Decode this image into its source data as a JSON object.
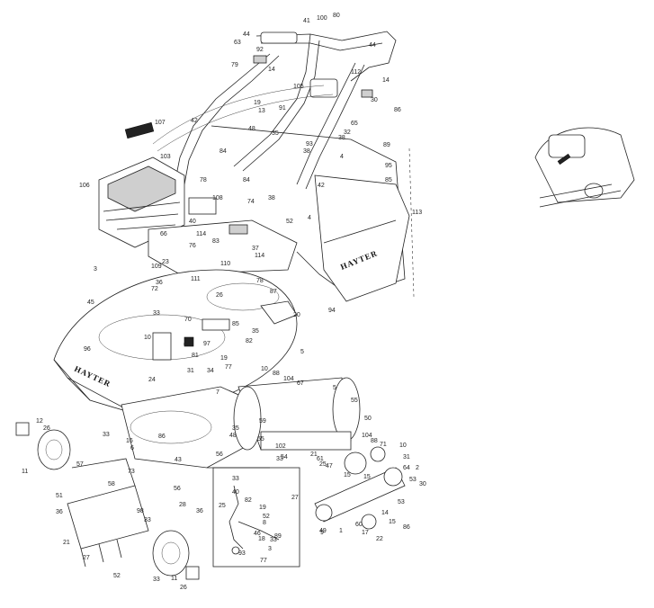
{
  "brand_labels": {
    "deck": "HAYTER",
    "grass_bag": "HAYTER"
  },
  "part_callouts": [
    "41",
    "100",
    "80",
    "44",
    "63",
    "92",
    "44",
    "79",
    "14",
    "14",
    "112",
    "105",
    "19",
    "13",
    "91",
    "30",
    "86",
    "107",
    "42",
    "103",
    "48",
    "35",
    "32",
    "38",
    "65",
    "93",
    "89",
    "84",
    "38",
    "4",
    "95",
    "85",
    "106",
    "78",
    "84",
    "42",
    "108",
    "74",
    "38",
    "4",
    "113",
    "40",
    "52",
    "114",
    "83",
    "76",
    "37",
    "66",
    "114",
    "3",
    "23",
    "110",
    "109",
    "111",
    "78",
    "36",
    "26",
    "87",
    "72",
    "94",
    "20",
    "45",
    "33",
    "70",
    "85",
    "10",
    "69",
    "97",
    "82",
    "35",
    "5",
    "96",
    "81",
    "19",
    "31",
    "34",
    "77",
    "10",
    "88",
    "104",
    "67",
    "24",
    "7",
    "5",
    "55",
    "12",
    "26",
    "33",
    "16",
    "6",
    "86",
    "35",
    "48",
    "59",
    "55",
    "50",
    "104",
    "88",
    "71",
    "10",
    "11",
    "57",
    "73",
    "43",
    "56",
    "33",
    "102",
    "25",
    "21",
    "47",
    "31",
    "61",
    "15",
    "64",
    "2",
    "51",
    "58",
    "56",
    "28",
    "33",
    "40",
    "82",
    "19",
    "54",
    "15",
    "53",
    "30",
    "36",
    "98",
    "36",
    "25",
    "27",
    "53",
    "86",
    "52",
    "14",
    "21",
    "33",
    "8",
    "46",
    "49",
    "1",
    "60",
    "17",
    "15",
    "22",
    "27",
    "33",
    "3",
    "9",
    "89",
    "18",
    "93",
    "77",
    "52",
    "33",
    "11",
    "26",
    "12"
  ]
}
